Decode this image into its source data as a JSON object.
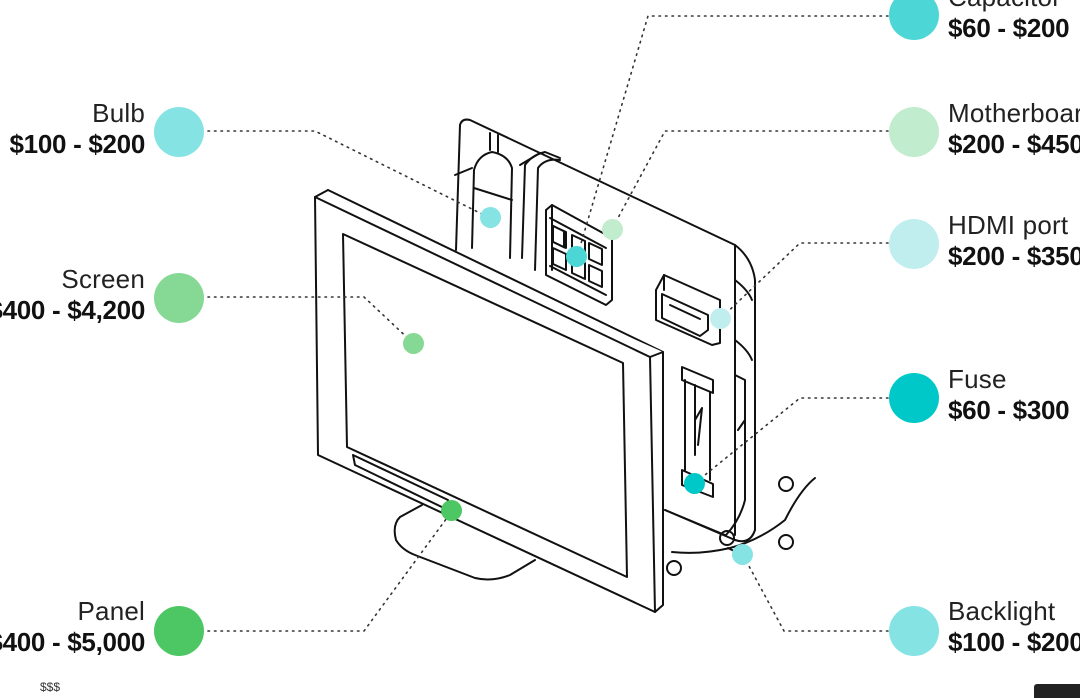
{
  "title": "Monitor repair cost breakdown",
  "components": [
    {
      "id": "capacitor",
      "name": "Capacitor",
      "price": "$60 - $200",
      "color": "#4dd6d6",
      "side": "right"
    },
    {
      "id": "motherboard",
      "name": "Motherboard",
      "price": "$200 - $450",
      "color": "#c2ecce",
      "side": "right"
    },
    {
      "id": "hdmi-port",
      "name": "HDMI port",
      "price": "$200 - $350",
      "color": "#c0eeee",
      "side": "right"
    },
    {
      "id": "fuse",
      "name": "Fuse",
      "price": "$60 - $300",
      "color": "#00c8c8",
      "side": "right"
    },
    {
      "id": "backlight",
      "name": "Backlight",
      "price": "$100 - $200",
      "color": "#86e3e3",
      "side": "right"
    },
    {
      "id": "bulb",
      "name": "Bulb",
      "price": "$100 - $200",
      "color": "#86e3e3",
      "side": "left"
    },
    {
      "id": "screen",
      "name": "Screen",
      "price": "$400 - $4,200",
      "color": "#86d994",
      "side": "left"
    },
    {
      "id": "panel",
      "name": "Panel",
      "price": "$400 - $5,000",
      "color": "#4cc764",
      "side": "left"
    }
  ],
  "footer": {
    "note": "$$$"
  }
}
